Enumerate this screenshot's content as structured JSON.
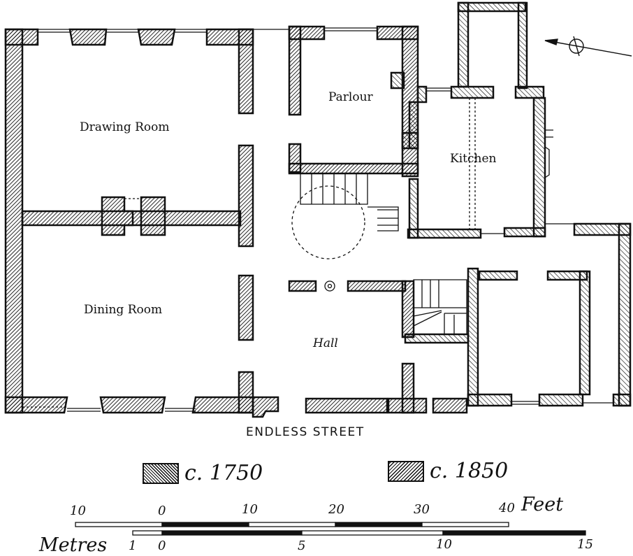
{
  "rooms": {
    "drawing_room": "Drawing Room",
    "dining_room": "Dining Room",
    "parlour": "Parlour",
    "kitchen": "Kitchen",
    "hall": "Hall"
  },
  "street_label": "ENDLESS STREET",
  "legend": [
    {
      "label": "c. 1750",
      "pattern": "dense-hatch",
      "color": "#111111"
    },
    {
      "label": "c. 1850",
      "pattern": "sparse-hatch",
      "color": "#111111"
    }
  ],
  "scale_feet": {
    "ticks": [
      "10",
      "0",
      "10",
      "20",
      "30",
      "40"
    ],
    "unit": "Feet"
  },
  "scale_metres": {
    "unit": "Metres",
    "ticks": [
      "1",
      "0",
      "5",
      "10",
      "15"
    ]
  },
  "icons": {
    "north": "north-arrow-icon"
  }
}
